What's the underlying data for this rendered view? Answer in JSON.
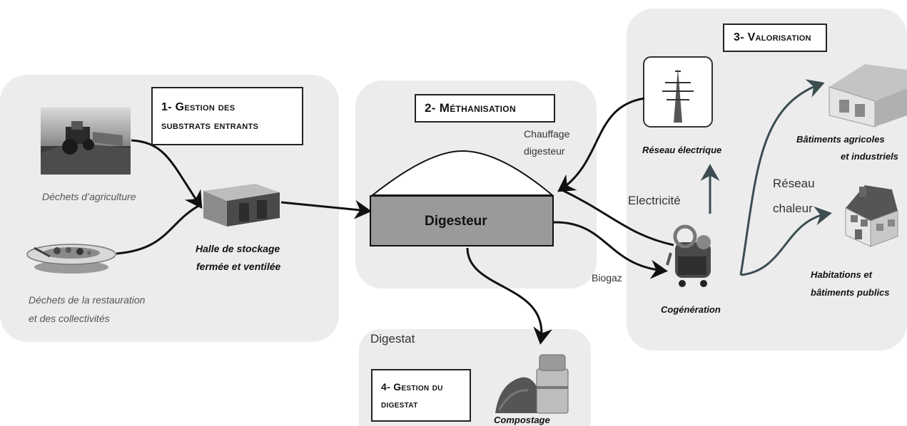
{
  "stage1": {
    "line1": "1- Gestion des",
    "line2": "substrats entrants"
  },
  "stage2": {
    "title": "2- Méthanisation"
  },
  "stage3": {
    "title": "3- Valorisation"
  },
  "stage4": {
    "line1": "4- Gestion du",
    "line2": "digestat"
  },
  "labels": {
    "agri_waste": "Déchets d’agriculture",
    "resto_waste_1": "Déchets de la restauration",
    "resto_waste_2": "et des collectivités",
    "storage_1": "Halle de stockage",
    "storage_2": "fermée et ventilée",
    "heating_1": "Chauffage",
    "heating_2": "digesteur",
    "digester": "Digesteur",
    "biogas": "Biogaz",
    "digestate": "Digestat",
    "compost": "Compostage",
    "grid": "Réseau électrique",
    "electricity": "Electricité",
    "cogen": "Cogénération",
    "heat_net_1": "Réseau",
    "heat_net_2": "chaleur",
    "buildings_1": "Bâtiments agricoles",
    "buildings_2": "et industriels",
    "houses_1": "Habitations et",
    "houses_2": "bâtiments publics"
  },
  "icons": [
    "tractor-photo",
    "food-plate-icon",
    "storage-hall-icon",
    "pylon-icon",
    "cogeneration-engine-icon",
    "farm-building-icon",
    "house-icon",
    "compost-icon"
  ]
}
